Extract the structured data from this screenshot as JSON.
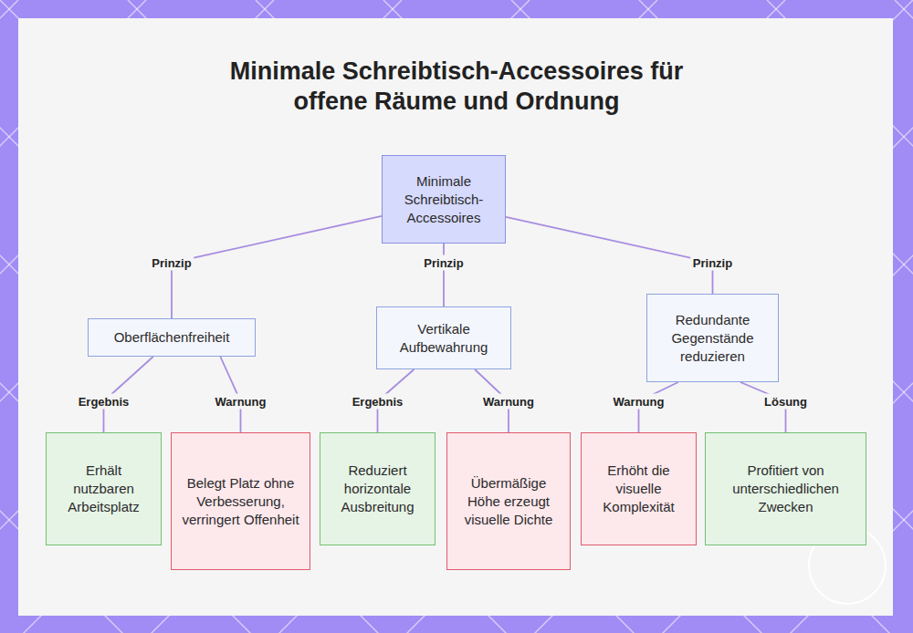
{
  "diagram": {
    "title": "Minimale Schreibtisch-Accessoires für offene Räume und Ordnung",
    "nodes": [
      {
        "text": [
          "Minimale Schreibtisch-Accessoires"
        ]
      },
      {
        "text": [
          "Oberflächenfreiheit"
        ]
      },
      {
        "text": [
          "Vertikale Aufbewahrung"
        ]
      },
      {
        "text": [
          "Redundante Gegenstände reduzieren"
        ]
      },
      {
        "text": [
          "Erhält nutzbaren Arbeitsplatz"
        ]
      },
      {
        "text": [
          "Belegt Platz ohne Verbesserung, verringert Offenheit"
        ]
      },
      {
        "text": [
          "Reduziert horizontale Ausbreitung"
        ]
      },
      {
        "text": [
          "Übermäßige Höhe erzeugt visuelle Dichte"
        ]
      },
      {
        "text": [
          "Erhöht die visuelle Komplexität"
        ]
      },
      {
        "text": [
          "Profitiert von unterschiedlichen Zwecken"
        ]
      }
    ],
    "edges": [
      {
        "from": 0,
        "to": 1,
        "label": "Prinzip",
        "arrow": "none"
      },
      {
        "from": 0,
        "to": 2,
        "label": "Prinzip",
        "arrow": "none"
      },
      {
        "from": 0,
        "to": 3,
        "label": "Prinzip",
        "arrow": "none"
      },
      {
        "from": 1,
        "to": 4,
        "label": "Ergebnis",
        "arrow": "none"
      },
      {
        "from": 1,
        "to": 5,
        "label": "Warnung",
        "arrow": "none"
      },
      {
        "from": 2,
        "to": 6,
        "label": "Ergebnis",
        "arrow": "none"
      },
      {
        "from": 2,
        "to": 7,
        "label": "Warnung",
        "arrow": "none"
      },
      {
        "from": 3,
        "to": 8,
        "label": "Warnung",
        "arrow": "none"
      },
      {
        "from": 3,
        "to": 9,
        "label": "Lösung",
        "arrow": "none"
      }
    ]
  }
}
